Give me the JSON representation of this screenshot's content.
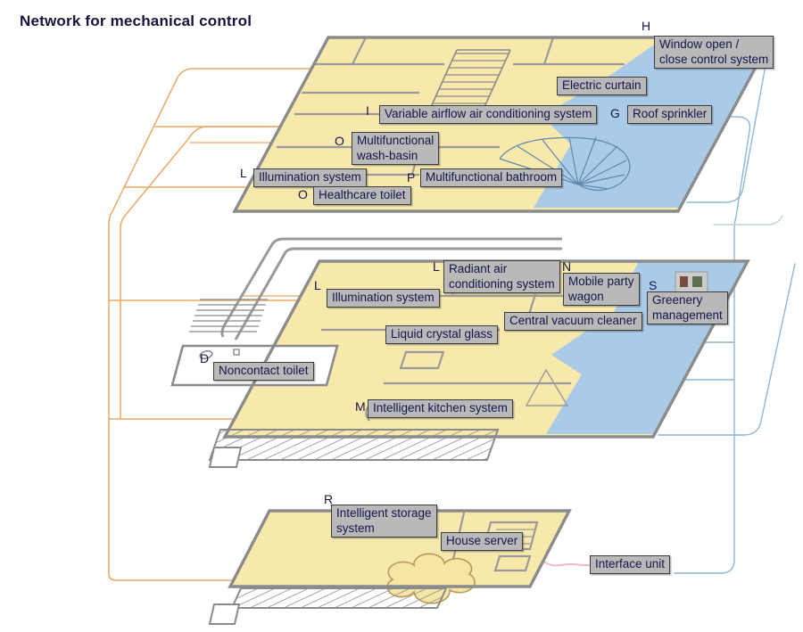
{
  "title": "Network for mechanical control",
  "colors": {
    "floor_yellow": "#f7e8ac",
    "terrace_blue": "#a9cbe7",
    "wall_gray": "#8b8b8b",
    "label_bg": "#b9b9b9",
    "text_navy": "#15154b",
    "network_orange": "#e9a963",
    "network_blue": "#8fb6d9",
    "network_pink": "#f2aec6"
  },
  "labels": {
    "window_open": {
      "letter": "H",
      "line1": "Window open /",
      "line2": "close control system"
    },
    "electric_curtain": {
      "text": "Electric curtain"
    },
    "variable_airflow": {
      "letter": "I",
      "text": "Variable airflow air conditioning system"
    },
    "roof_sprinkler": {
      "letter": "G",
      "text": "Roof sprinkler"
    },
    "wash_basin": {
      "letter": "O",
      "line1": "Multifunctional",
      "line2": "wash-basin"
    },
    "illumination_top": {
      "letter": "L",
      "text": "Illumination system"
    },
    "bathroom": {
      "letter": "P",
      "text": "Multifunctional bathroom"
    },
    "healthcare_toilet": {
      "letter": "O",
      "text": "Healthcare toilet"
    },
    "radiant_ac": {
      "letter": "L",
      "line1": "Radiant air",
      "line2": "conditioning system"
    },
    "mobile_party": {
      "letter": "N",
      "line1": "Mobile party",
      "line2": "wagon"
    },
    "greenery": {
      "letter": "S",
      "line1": "Greenery",
      "line2": "management"
    },
    "illumination_mid": {
      "letter": "L",
      "text": "Illumination system"
    },
    "central_vacuum": {
      "text": "Central vacuum cleaner"
    },
    "liquid_crystal": {
      "text": "Liquid crystal glass"
    },
    "noncontact_toilet": {
      "letter": "D",
      "text": "Noncontact toilet"
    },
    "kitchen": {
      "letter": "M",
      "text": "Intelligent kitchen system"
    },
    "storage": {
      "letter": "R",
      "line1": "Intelligent storage",
      "line2": "system"
    },
    "house_server": {
      "text": "House server"
    },
    "interface_unit": {
      "text": "Interface unit"
    }
  }
}
